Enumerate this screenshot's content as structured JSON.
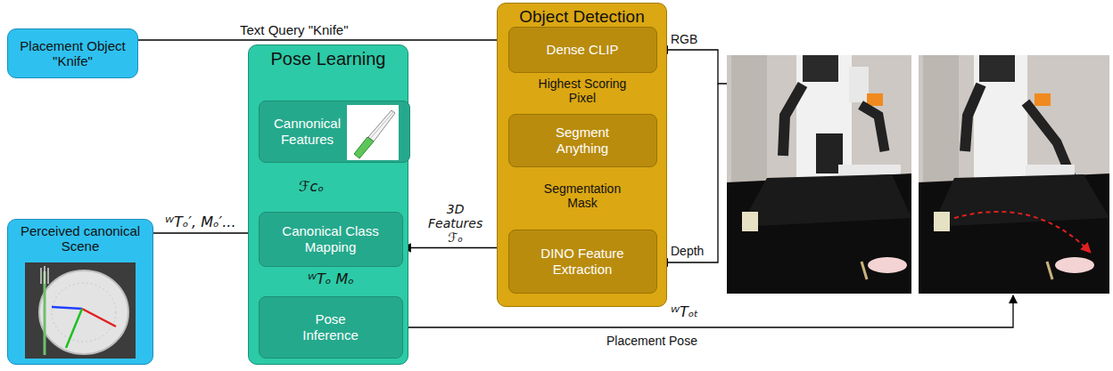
{
  "diagram": {
    "nodes": [
      {
        "text": [
          "Placement Object \"Knife\""
        ]
      },
      {
        "text": [
          "Pose Learning"
        ]
      },
      {
        "text": [
          "Cannonical Features"
        ],
        "in": 1
      },
      {
        "text": [
          "Canonical Class Mapping"
        ],
        "in": 1
      },
      {
        "text": [
          "Pose Inference"
        ],
        "in": 1
      },
      {
        "text": [
          "Object Detection"
        ]
      },
      {
        "text": [
          "Dense CLIP"
        ],
        "in": 5
      },
      {
        "text": [
          "Segment Anything"
        ],
        "in": 5
      },
      {
        "text": [
          "DINO Feature Extraction"
        ],
        "in": 5
      },
      {
        "text": [
          "Perceived canonical Scene"
        ]
      }
    ],
    "edges": [
      {
        "from": 0,
        "to": 6,
        "label": "Text Query \"Knife\"",
        "arrow": "to"
      },
      {
        "from": 6,
        "to": 7,
        "label": "Highest Scoring Pixel",
        "arrow": "to"
      },
      {
        "from": 7,
        "to": 8,
        "label": "Segmentation Mask",
        "arrow": "to"
      },
      {
        "from": 8,
        "to": 3,
        "label": "3D Features ℱₒ",
        "arrow": "to"
      },
      {
        "from": 2,
        "to": 3,
        "label": "ℱcₒ",
        "arrow": "to"
      },
      {
        "from": 9,
        "to": 3,
        "label": "ᵂTₒ′, Mₒ′...",
        "arrow": "to"
      },
      {
        "from": 3,
        "to": 4,
        "label": "ᵂTₒ Mₒ",
        "arrow": "to"
      }
    ],
    "labels": [
      "RGB",
      "Depth",
      "ᵂTₒₜ",
      "Placement Pose"
    ]
  }
}
